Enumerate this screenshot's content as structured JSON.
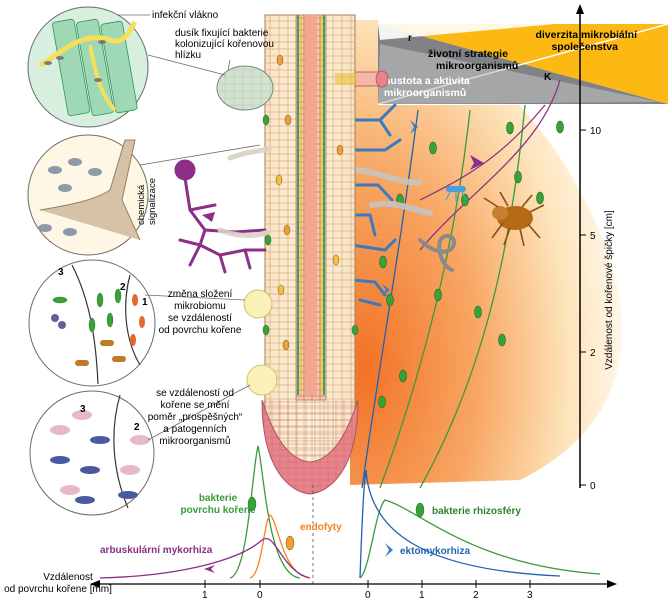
{
  "callouts": {
    "infection_thread": "infekční vlákno",
    "nodule_bacteria": [
      "dusík fixující bakterie",
      "kolonizující kořenovou",
      "hlízku"
    ],
    "chemical_signaling": [
      "chemická",
      "signalizace"
    ],
    "microbiome_change": [
      "změna složení",
      "mikrobiomu",
      "se vzdáleností",
      "od povrchu kořene"
    ],
    "ratio_change": [
      "se vzdáleností od",
      "kořene se mění",
      "poměr „prospěšných“",
      "a patogenních",
      "mikroorganismů"
    ]
  },
  "zone_numbers": {
    "a1": "3",
    "a2": "2",
    "a3": "1",
    "b1": "3",
    "b2": "2"
  },
  "triangle_legend": {
    "diversity": [
      "diverzita mikrobiální",
      "společenstva"
    ],
    "strategy": [
      "životní strategie",
      "mikroorganismů"
    ],
    "density": [
      "hustota a aktivita",
      "mikroorganismů"
    ],
    "r_label": "r",
    "k_label": "K"
  },
  "y_axis": {
    "title": "Vzdálenost od kořenové špičky [cm]",
    "ticks": [
      "0",
      "2",
      "5",
      "10"
    ]
  },
  "x_axis": {
    "title": [
      "Vzdálenost",
      "od povrchu kořene [mm]"
    ],
    "ticks_left": [
      "1",
      "0"
    ],
    "ticks_right": [
      "0",
      "1",
      "2",
      "3"
    ]
  },
  "curves": {
    "surface_bacteria": [
      "bakterie",
      "povrchu kořene"
    ],
    "endophytes": "endofyty",
    "rhizosphere_bacteria": "bakterie rhizosféry",
    "arbuscular": "arbuskulární mykorhiza",
    "ectomycorrhiza": "ektomykorhiza"
  },
  "colors": {
    "orange": "#f58220",
    "yellow": "#fdb913",
    "green_curve": "#3a9a3a",
    "blue_curve": "#1f63b0",
    "purple": "#8b2f87",
    "gray_triangle": "#808285",
    "root_pink": "#f4b8a8",
    "root_tip": "#e8838a"
  }
}
